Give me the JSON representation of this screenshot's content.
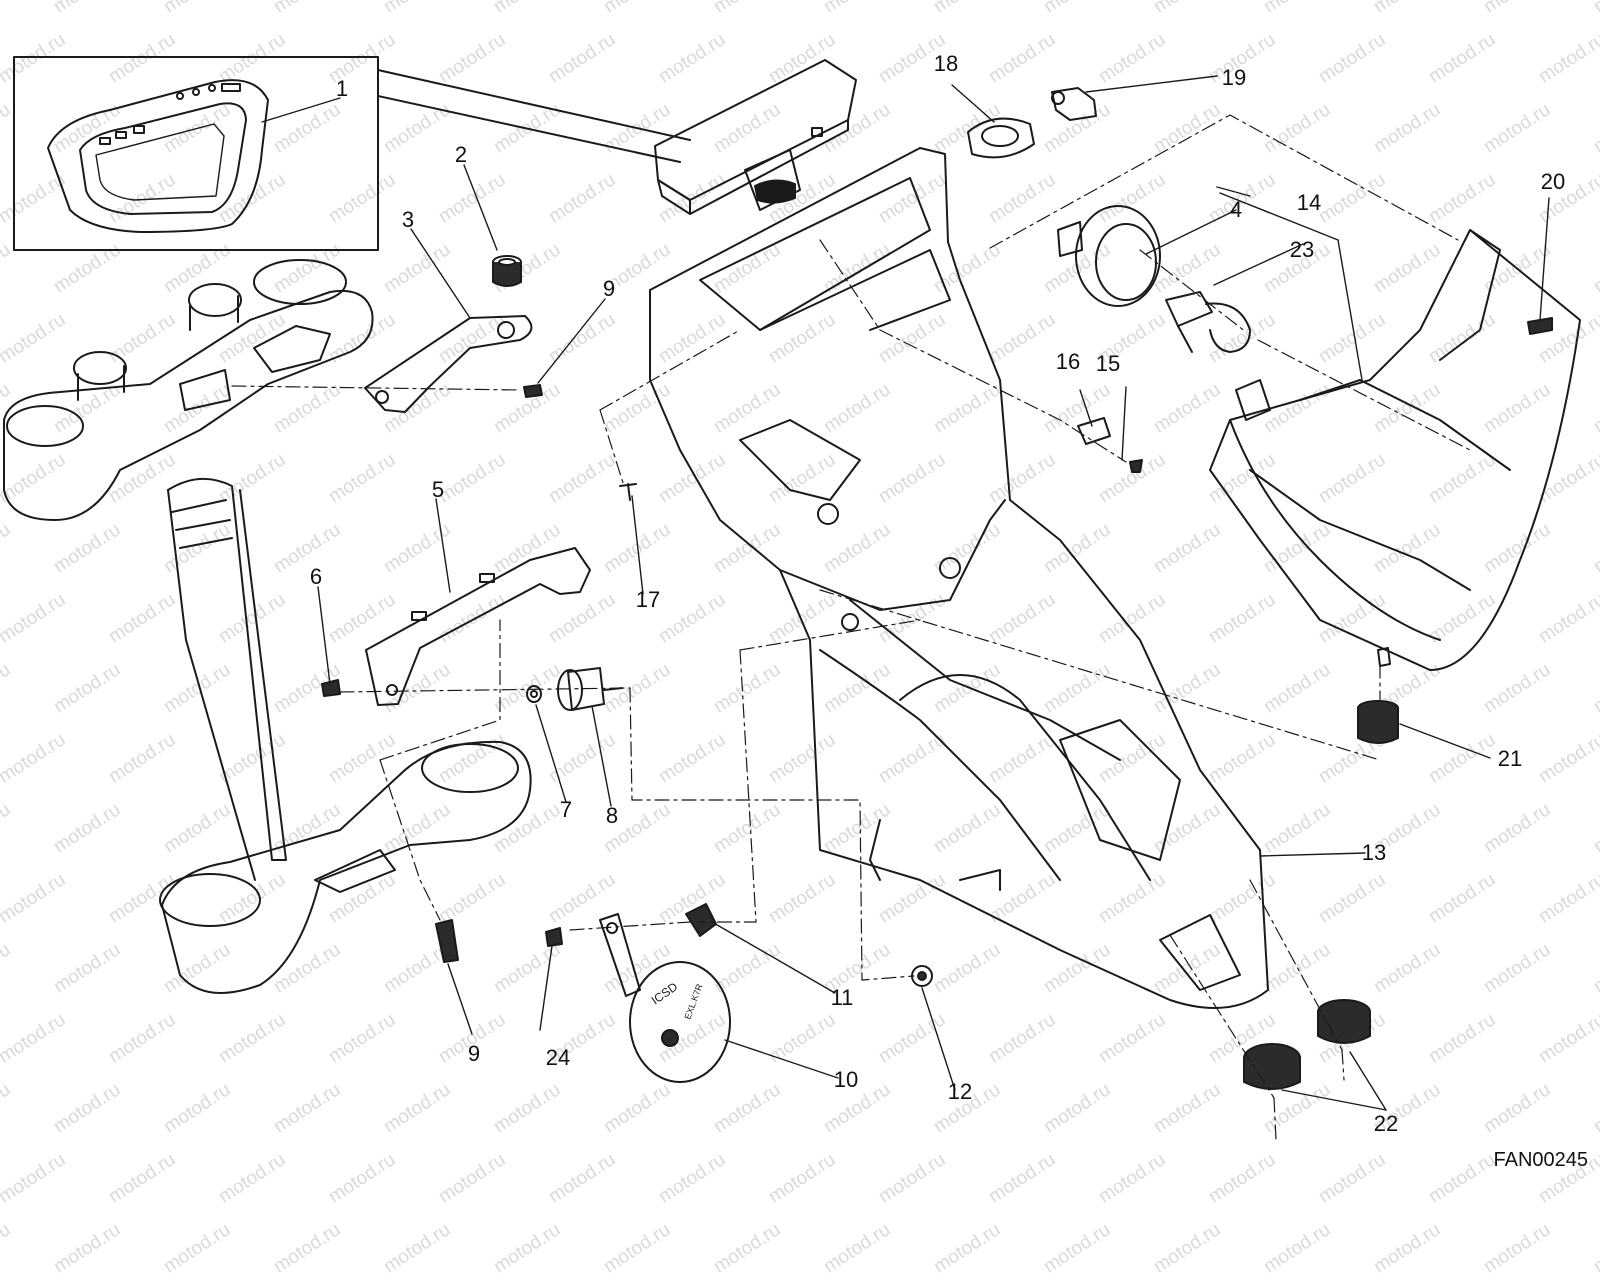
{
  "diagram": {
    "drawing_code": "FAN00245",
    "watermark": "motod.ru",
    "callouts": [
      {
        "id": "c1",
        "label": "1"
      },
      {
        "id": "c2",
        "label": "2"
      },
      {
        "id": "c3",
        "label": "3"
      },
      {
        "id": "c4",
        "label": "4"
      },
      {
        "id": "c5",
        "label": "5"
      },
      {
        "id": "c6",
        "label": "6"
      },
      {
        "id": "c7",
        "label": "7"
      },
      {
        "id": "c8",
        "label": "8"
      },
      {
        "id": "c9a",
        "label": "9"
      },
      {
        "id": "c9b",
        "label": "9"
      },
      {
        "id": "c10",
        "label": "10"
      },
      {
        "id": "c11",
        "label": "11"
      },
      {
        "id": "c12",
        "label": "12"
      },
      {
        "id": "c13",
        "label": "13"
      },
      {
        "id": "c14",
        "label": "14"
      },
      {
        "id": "c15",
        "label": "15"
      },
      {
        "id": "c16",
        "label": "16"
      },
      {
        "id": "c17",
        "label": "17"
      },
      {
        "id": "c18",
        "label": "18"
      },
      {
        "id": "c19",
        "label": "19"
      },
      {
        "id": "c20",
        "label": "20"
      },
      {
        "id": "c21",
        "label": "21"
      },
      {
        "id": "c22",
        "label": "22"
      },
      {
        "id": "c23",
        "label": "23"
      },
      {
        "id": "c24",
        "label": "24"
      }
    ],
    "horn_markings": [
      "ICSD",
      "EXL.K7R"
    ],
    "colors": {
      "line": "#1a1a1a",
      "dark_part": "#2b2b2b",
      "watermark": "#d9d9d9",
      "background": "#ffffff"
    }
  }
}
